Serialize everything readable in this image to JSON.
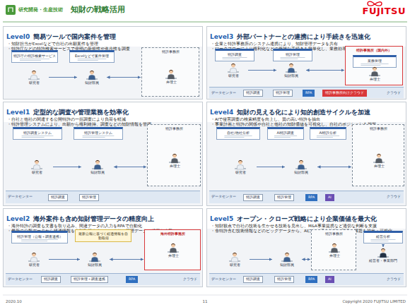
{
  "diagram": {
    "title": "知財の戦略活用",
    "nodes": [
      {
        "text": [
          "Level0",
          "簡易ツールで国内案件を管理",
          "・知財担当がExcelなどで自社の出願案件を管理",
          "・特許庁などの特許検索サービスで発明の新規性や進歩性を調査"
        ]
      },
      {
        "text": [
          "特許庁の特許検索サービス"
        ],
        "in": 0
      },
      {
        "text": [
          "Excelなどで案件管理"
        ],
        "in": 0
      },
      {
        "text": [
          "研究者"
        ],
        "in": 0
      },
      {
        "text": [
          "知財部員"
        ],
        "in": 0
      },
      {
        "text": [
          "特許事務所"
        ],
        "in": 0
      },
      {
        "text": [
          "弁理士"
        ],
        "in": 5
      },
      {
        "text": [
          "Level1",
          "定型的な調査や管理業務を効率化",
          "・自社と他社の関連する公開特許の一括調査により負荷を軽減",
          "・特許管理システムにより、出願から権利維持、調査などの知財情報を管理"
        ]
      },
      {
        "text": [
          "特許調査システム"
        ],
        "in": 7
      },
      {
        "text": [
          "特許管理システム"
        ],
        "in": 7
      },
      {
        "text": [
          "研究者"
        ],
        "in": 7
      },
      {
        "text": [
          "知財部員"
        ],
        "in": 7
      },
      {
        "text": [
          "特許事務所"
        ],
        "in": 7
      },
      {
        "text": [
          "弁理士"
        ],
        "in": 12
      },
      {
        "text": [
          "データセンター"
        ],
        "in": 7
      },
      {
        "text": [
          "特許調査"
        ],
        "in": 14
      },
      {
        "text": [
          "特許管理"
        ],
        "in": 14
      },
      {
        "text": [
          "Level2",
          "海外案件も含め知財管理データの精度向上",
          "・海外特許の調査も文書を取り込み、間違データの入力をRPAで自動化",
          "・最新の公報データから経過情報を自動取得することにより、管理データの精度を改善"
        ]
      },
      {
        "text": [
          "特許管理（公報＋調査連携）"
        ],
        "in": 17
      },
      {
        "text": [
          "最新公報に基づく経過情報を自動取得"
        ],
        "in": 17
      },
      {
        "text": [
          "研究者"
        ],
        "in": 17
      },
      {
        "text": [
          "知財部員"
        ],
        "in": 17
      },
      {
        "text": [
          "海外特許事務所"
        ],
        "in": 17
      },
      {
        "text": [
          "弁理士"
        ],
        "in": 22
      },
      {
        "text": [
          "データセンター",
          "クラウド"
        ],
        "in": 17
      },
      {
        "text": [
          "特許調査"
        ],
        "in": 24
      },
      {
        "text": [
          "特許管理＋調査連携"
        ],
        "in": 24
      },
      {
        "text": [
          "RPA"
        ],
        "in": 24
      },
      {
        "text": [
          "Level3",
          "外部パートナーとの連携により手続きを迅速化",
          "・企業と特許事務所のシステム連携により、知財管理データを共有",
          "・ワークフローにより権利化などの複雑な手続きを簡単化し、業務効率化に貢献"
        ]
      },
      {
        "text": [
          "特許調査"
        ],
        "in": 28
      },
      {
        "text": [
          "特許管理"
        ],
        "in": 28
      },
      {
        "text": [
          "研究者"
        ],
        "in": 28
      },
      {
        "text": [
          "知財部員"
        ],
        "in": 28
      },
      {
        "text": [
          "特許事務所（国内外）"
        ],
        "in": 28
      },
      {
        "text": [
          "業務管理"
        ],
        "in": 33
      },
      {
        "text": [
          "弁理士"
        ],
        "in": 33
      },
      {
        "text": [
          "データセンター",
          "クラウド"
        ],
        "in": 28
      },
      {
        "text": [
          "特許調査"
        ],
        "in": 36
      },
      {
        "text": [
          "特許管理"
        ],
        "in": 36
      },
      {
        "text": [
          "RPA"
        ],
        "in": 36
      },
      {
        "text": [
          "特許事務所向けクラウド"
        ],
        "in": 36
      },
      {
        "text": [
          "Level4",
          "知財の見える化により知的創造サイクルを加速",
          "・AIで侵害調査の検索精度を向上し、質の高い特許を抽出",
          "・事業計画と特許の関係や自社と他社の知財価値を可視化し、自社のポジションを把握"
        ]
      },
      {
        "text": [
          "自社/他社分析"
        ],
        "in": 41
      },
      {
        "text": [
          "AI特許調査"
        ],
        "in": 41
      },
      {
        "text": [
          "AI特許分析"
        ],
        "in": 41
      },
      {
        "text": [
          "研究者"
        ],
        "in": 41
      },
      {
        "text": [
          "知財部員"
        ],
        "in": 41
      },
      {
        "text": [
          "特許事務所"
        ],
        "in": 41
      },
      {
        "text": [
          "弁理士"
        ],
        "in": 47
      },
      {
        "text": [
          "データセンター",
          "クラウド"
        ],
        "in": 41
      },
      {
        "text": [
          "特許調査"
        ],
        "in": 49
      },
      {
        "text": [
          "特許管理"
        ],
        "in": 49
      },
      {
        "text": [
          "RPA"
        ],
        "in": 49
      },
      {
        "text": [
          "AI"
        ],
        "in": 49
      },
      {
        "text": [
          "Level5",
          "オープン・クローズ戦略により企業価値を最大化",
          "・知財観点で自社の技術を生かせる技術を見出し、M&A事業提携など適切な判断を支援",
          "・非特許含む技術情報などのビッグデータから、AIにより潜在技術や製品の課題を抽出・可視化"
        ]
      },
      {
        "text": [
          "経営分析"
        ],
        "in": 54
      },
      {
        "text": [
          "研究者"
        ],
        "in": 54
      },
      {
        "text": [
          "知財部員"
        ],
        "in": 54
      },
      {
        "text": [
          "特許事務所"
        ],
        "in": 54
      },
      {
        "text": [
          "弁理士"
        ],
        "in": 58
      },
      {
        "text": [
          "経営者・事業部門"
        ],
        "in": 54
      },
      {
        "text": [
          "データセンター",
          "クラウド"
        ],
        "in": 54
      },
      {
        "text": [
          "特許調査"
        ],
        "in": 61
      },
      {
        "text": [
          "特許管理"
        ],
        "in": 61
      },
      {
        "text": [
          "RPA"
        ],
        "in": 61
      },
      {
        "text": [
          "AI"
        ],
        "in": 61
      }
    ],
    "edges": [
      {
        "from": 3,
        "to": 4,
        "arrow": "to"
      },
      {
        "from": 4,
        "to": 5,
        "arrow": "both"
      },
      {
        "from": 10,
        "to": 11,
        "arrow": "to"
      },
      {
        "from": 11,
        "to": 12,
        "arrow": "both"
      },
      {
        "from": 20,
        "to": 21,
        "arrow": "to"
      },
      {
        "from": 21,
        "to": 22,
        "arrow": "both"
      },
      {
        "from": 31,
        "to": 32,
        "arrow": "to"
      },
      {
        "from": 32,
        "to": 33,
        "arrow": "both"
      },
      {
        "from": 45,
        "to": 46,
        "arrow": "to"
      },
      {
        "from": 46,
        "to": 47,
        "arrow": "both"
      },
      {
        "from": 56,
        "to": 57,
        "arrow": "to"
      },
      {
        "from": 57,
        "to": 58,
        "arrow": "both"
      },
      {
        "from": 55,
        "to": 60,
        "arrow": "to"
      }
    ],
    "labels": [
      "研究開発・生産技術",
      "FUJITSU",
      "2020.10",
      "11",
      "Copyright 2020 FUJITSU LIMITED"
    ]
  }
}
